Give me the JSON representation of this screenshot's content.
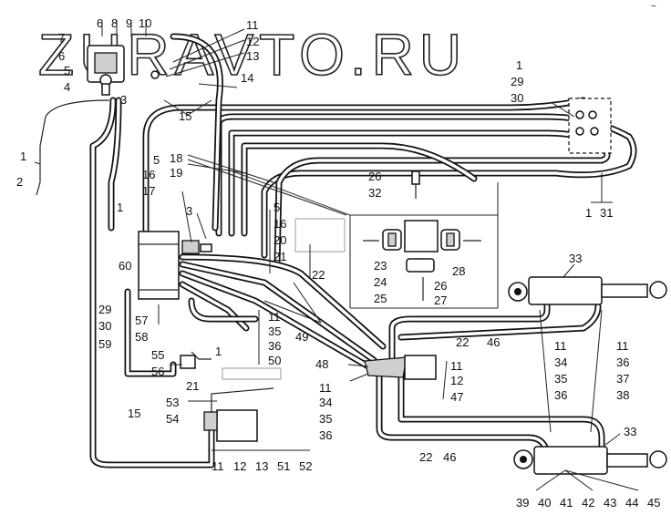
{
  "watermark": "ZURAVTO.RU",
  "corner_mark": "~",
  "labels": [
    "1",
    "2",
    "1",
    "3",
    "4",
    "5",
    "6",
    "7",
    "6",
    "8",
    "9",
    "10",
    "11",
    "12",
    "13",
    "14",
    "15",
    "5",
    "18",
    "16",
    "19",
    "17",
    "3",
    "5",
    "16",
    "20",
    "21",
    "22",
    "26",
    "32",
    "23",
    "24",
    "25",
    "26",
    "27",
    "28",
    "1",
    "29",
    "30",
    "1",
    "31",
    "33",
    "60",
    "29",
    "30",
    "59",
    "57",
    "58",
    "11",
    "35",
    "36",
    "49",
    "50",
    "55",
    "56",
    "21",
    "1",
    "15",
    "53",
    "54",
    "11",
    "12",
    "13",
    "51",
    "52",
    "48",
    "11",
    "12",
    "47",
    "22",
    "46",
    "11",
    "34",
    "35",
    "36",
    "11",
    "36",
    "37",
    "38",
    "22",
    "46",
    "33",
    "39",
    "40",
    "41",
    "42",
    "43",
    "44",
    "45"
  ]
}
